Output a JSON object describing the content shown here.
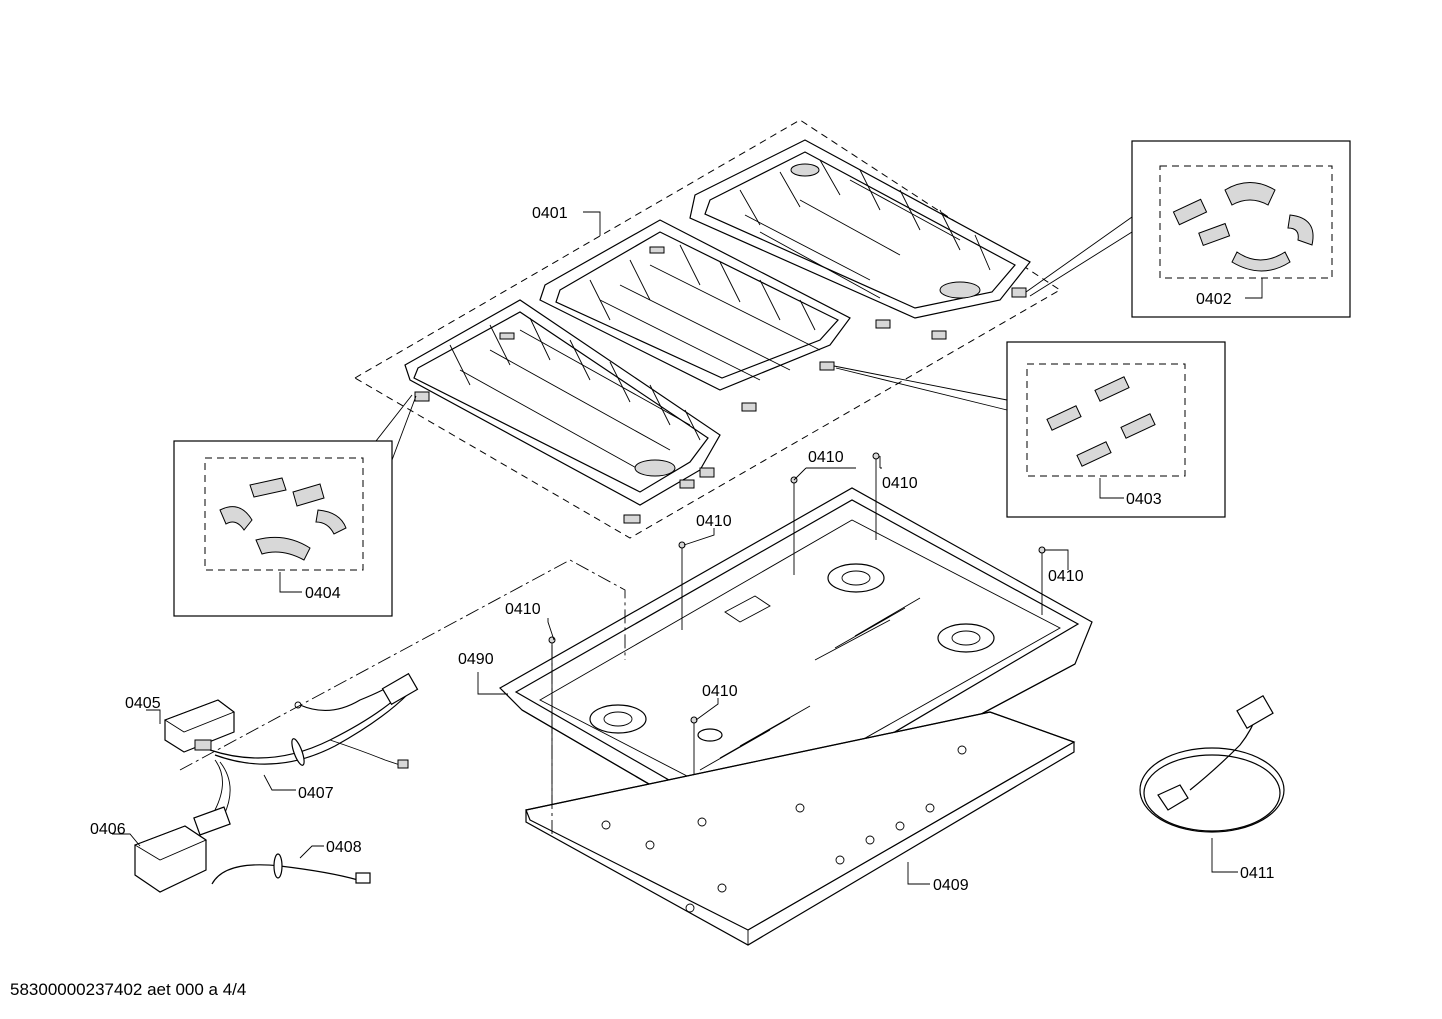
{
  "labels": {
    "p0401": "0401",
    "p0402": "0402",
    "p0403": "0403",
    "p0404": "0404",
    "p0405": "0405",
    "p0406": "0406",
    "p0407": "0407",
    "p0408": "0408",
    "p0409": "0409",
    "p0410": "0410",
    "p0411": "0411",
    "p0490": "0490"
  },
  "footer_text": "58300000237402 aet 000 a 4/4"
}
